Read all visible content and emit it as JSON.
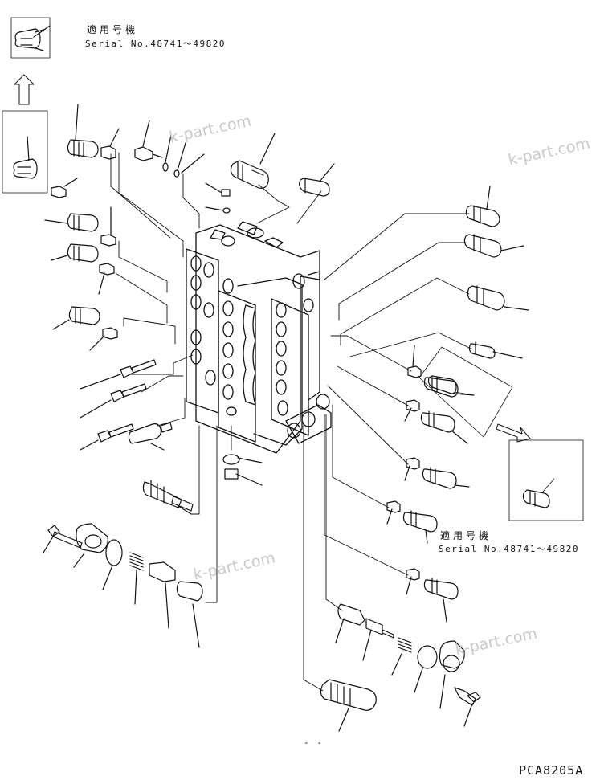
{
  "notes": {
    "top": {
      "applicable": "適用号機",
      "serial": "Serial No.48741〜49820"
    },
    "right": {
      "applicable": "適用号機",
      "serial": "Serial No.48741〜49820"
    }
  },
  "watermark": "k-part.com",
  "drawing_code": "PCA8205A",
  "footer_marks": "- -",
  "colors": {
    "line": "#111111",
    "watermark": "#c9c9c9",
    "background": "#ffffff"
  }
}
